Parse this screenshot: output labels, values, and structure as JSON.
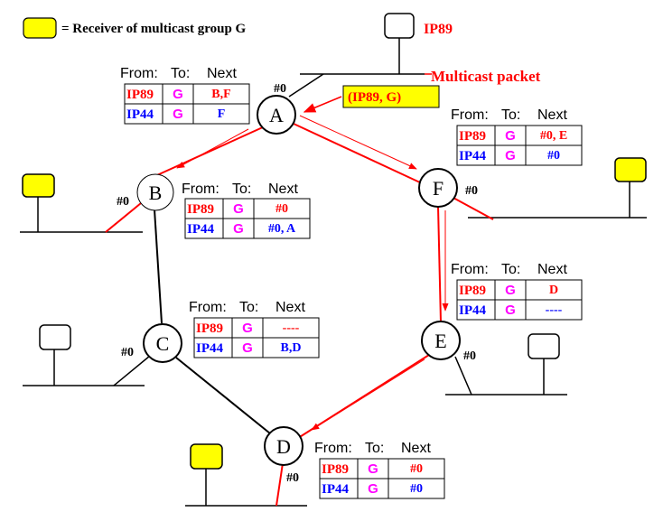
{
  "legend": {
    "text": "= Receiver of multicast group G",
    "color": "#ffff00"
  },
  "source": {
    "label": "IP89"
  },
  "packet": {
    "title": "Multicast packet",
    "label": "(IP89, G)"
  },
  "header": {
    "from": "From:",
    "to": "To:",
    "next": "Next"
  },
  "colors": {
    "ip89": "#ff0000",
    "ip44": "#0000ff",
    "group": "#ff00ff",
    "link": "#000000",
    "multicast": "#ff0000"
  },
  "nodes": {
    "A": {
      "name": "A",
      "port": "#0"
    },
    "B": {
      "name": "B",
      "port": "#0"
    },
    "C": {
      "name": "C",
      "port": "#0"
    },
    "D": {
      "name": "D",
      "port": "#0"
    },
    "E": {
      "name": "E",
      "port": "#0"
    },
    "F": {
      "name": "F",
      "port": "#0"
    }
  },
  "tables": {
    "A": [
      {
        "from": "IP89",
        "to": "G",
        "next": "B,F"
      },
      {
        "from": "IP44",
        "to": "G",
        "next": "F"
      }
    ],
    "B": [
      {
        "from": "IP89",
        "to": "G",
        "next": "#0"
      },
      {
        "from": "IP44",
        "to": "G",
        "next": "#0, A"
      }
    ],
    "C": [
      {
        "from": "IP89",
        "to": "G",
        "next": "----"
      },
      {
        "from": "IP44",
        "to": "G",
        "next": "B,D"
      }
    ],
    "D": [
      {
        "from": "IP89",
        "to": "G",
        "next": "#0"
      },
      {
        "from": "IP44",
        "to": "G",
        "next": "#0"
      }
    ],
    "E": [
      {
        "from": "IP89",
        "to": "G",
        "next": "D"
      },
      {
        "from": "IP44",
        "to": "G",
        "next": "----"
      }
    ],
    "F": [
      {
        "from": "IP89",
        "to": "G",
        "next": "#0, E"
      },
      {
        "from": "IP44",
        "to": "G",
        "next": "#0"
      }
    ]
  }
}
